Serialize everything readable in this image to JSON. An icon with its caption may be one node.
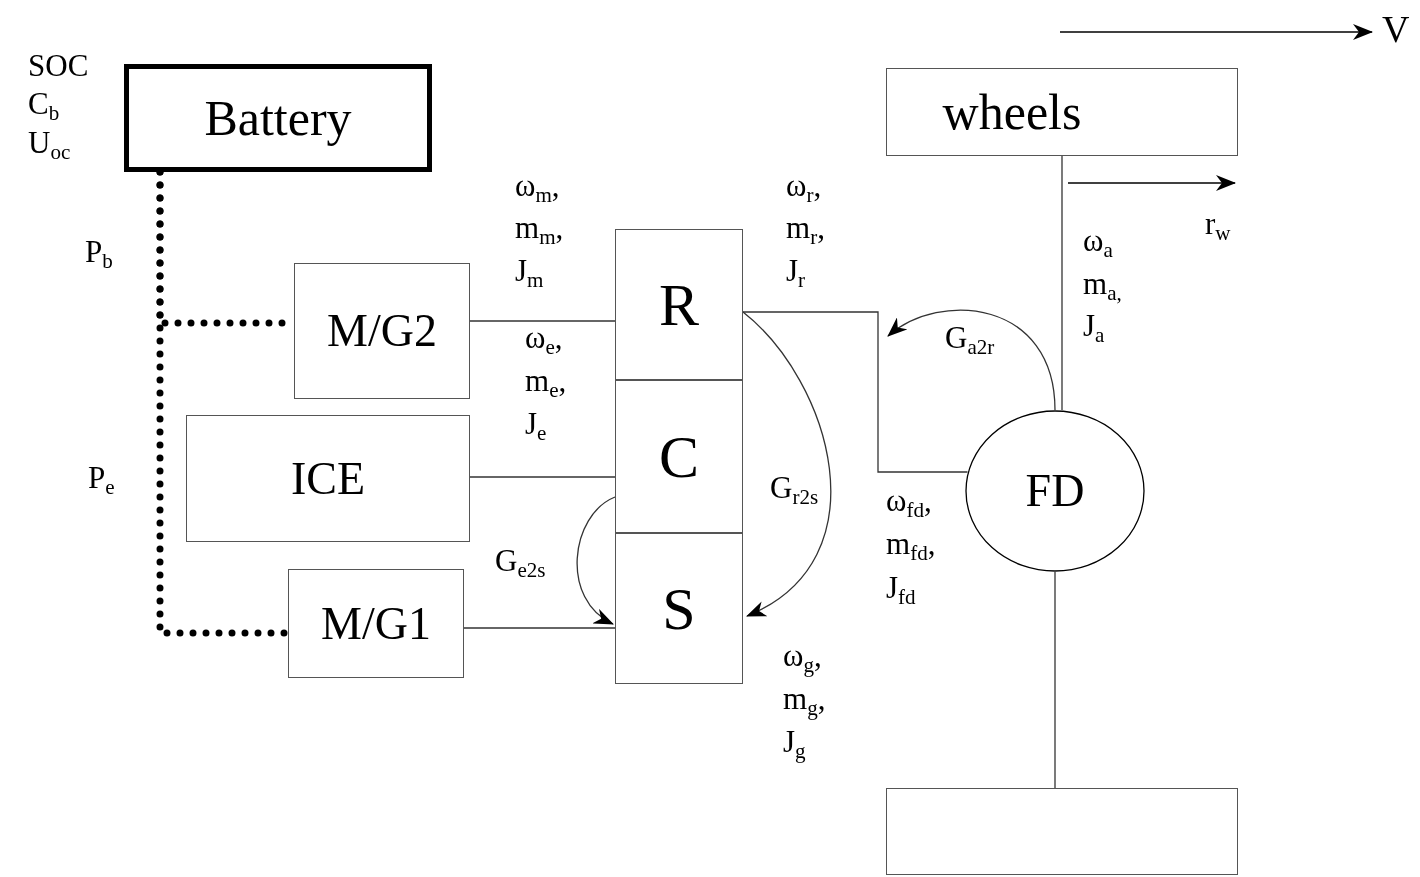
{
  "diagram": {
    "nodes": [
      {
        "text": [
          "Battery"
        ],
        "beside": [
          "SOC",
          "C$_{b}$",
          "U$_{oc}$"
        ]
      },
      {
        "text": [
          "M/G2"
        ]
      },
      {
        "text": [
          "ICE"
        ]
      },
      {
        "text": [
          "M/G1"
        ]
      },
      {
        "text": [
          "R"
        ]
      },
      {
        "text": [
          "C"
        ]
      },
      {
        "text": [
          "S"
        ]
      },
      {
        "text": [
          "wheels"
        ]
      },
      {
        "text": [
          "FD"
        ]
      },
      {
        "text": [],
        "shape": "box"
      }
    ],
    "edges": [
      {
        "from": 0,
        "to": 1,
        "arrow": "none",
        "style": "dashed",
        "label": "P$_{b}$"
      },
      {
        "from": 0,
        "to": 3,
        "arrow": "none",
        "style": "dashed",
        "label": "P$_{e}$"
      },
      {
        "from": 1,
        "to": 4,
        "arrow": "none"
      },
      {
        "from": 2,
        "to": 5,
        "arrow": "none"
      },
      {
        "from": 3,
        "to": 6,
        "arrow": "none"
      },
      {
        "from": 4,
        "to": 8,
        "arrow": "none"
      },
      {
        "from": 7,
        "to": 8,
        "arrow": "none"
      },
      {
        "from": 8,
        "to": 9,
        "arrow": "none"
      },
      {
        "from": 5,
        "to": 6,
        "arrow": "to",
        "label": "G$_{e2s}$"
      },
      {
        "from": 4,
        "to": 6,
        "arrow": "to",
        "label": "G$_{r2s}$"
      },
      {
        "from": 8,
        "to": null,
        "arrow": "to",
        "label": "G$_{a2r}$"
      }
    ],
    "labels": [
      "V",
      "ω$_{m}$,",
      "m$_{m}$,",
      "J$_{m}$",
      "ω$_{r}$,",
      "m$_{r}$,",
      "J$_{r}$",
      "r$_{w}$",
      "ω$_{a}$",
      "m$_{a,}$",
      "J$_{a}$",
      "ω$_{e}$,",
      "m$_{e}$,",
      "J$_{e}$",
      "ω$_{fd}$,",
      "m$_{fd}$,",
      "J$_{fd}$",
      "ω$_{g}$,",
      "m$_{g}$,",
      "J$_{g}$"
    ]
  }
}
